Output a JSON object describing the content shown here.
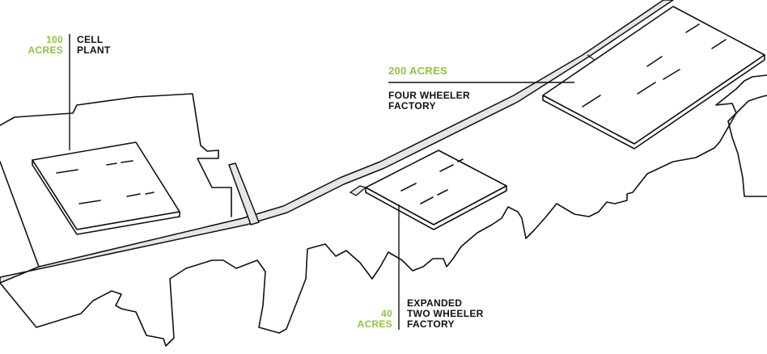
{
  "colors": {
    "accent_green": "#8cc63f",
    "line": "#111111",
    "road_fill": "#e6e6e6",
    "background": "#ffffff"
  },
  "labels": {
    "cell_plant": {
      "area_num": "100",
      "area_unit": "ACRES",
      "name_line1": "CELL",
      "name_line2": "PLANT"
    },
    "four_wheeler": {
      "area": "200 ACRES",
      "name_line1": "FOUR WHEELER",
      "name_line2": "FACTORY"
    },
    "two_wheeler": {
      "area_num": "40",
      "area_unit": "ACRES",
      "name_line1": "EXPANDED",
      "name_line2": "TWO WHEELER",
      "name_line3": "FACTORY"
    }
  }
}
